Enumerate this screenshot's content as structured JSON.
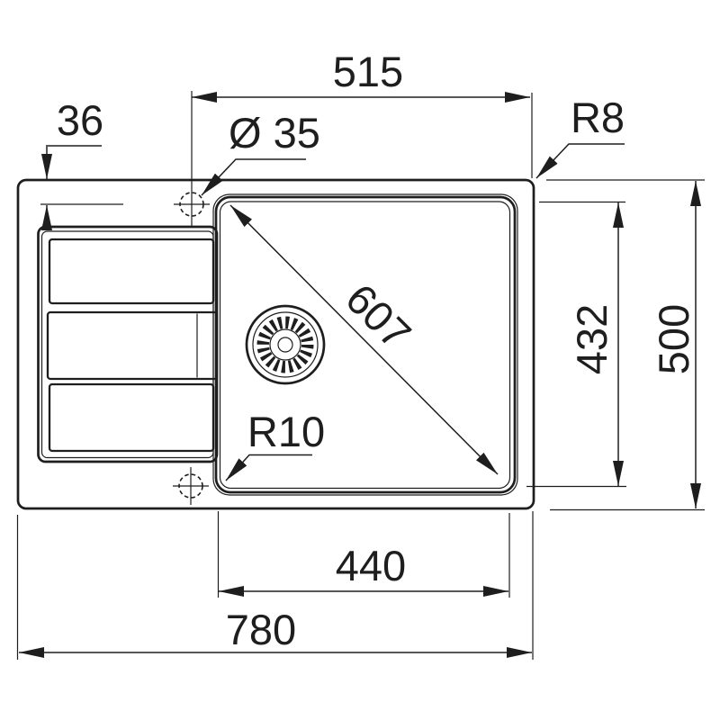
{
  "drawing": {
    "subject": "kitchen sink top-view technical drawing",
    "background_color": "#ffffff",
    "line_color": "#1e1e1e",
    "dimensions": {
      "top_width": "515",
      "edge_to_drain_center": "36",
      "drain_hole_diameter": "Ø 35",
      "outer_corner_radius": "R8",
      "bowl_diagonal": "607",
      "bowl_depth": "432",
      "overall_depth": "500",
      "bowl_corner_radius": "R10",
      "bowl_width": "440",
      "overall_width": "780"
    }
  }
}
